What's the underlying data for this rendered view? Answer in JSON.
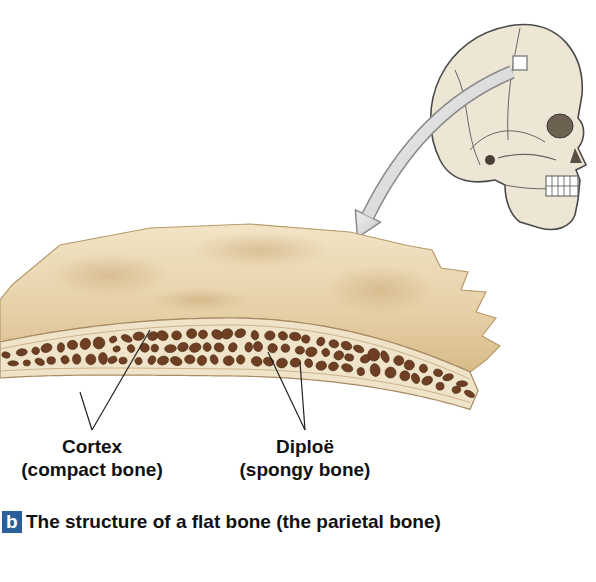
{
  "diagram": {
    "caption": "The structure of a flat bone (the parietal bone)",
    "labels": [
      "Cortex (compact bone)",
      "Diploë (spongy bone)",
      "b"
    ]
  }
}
